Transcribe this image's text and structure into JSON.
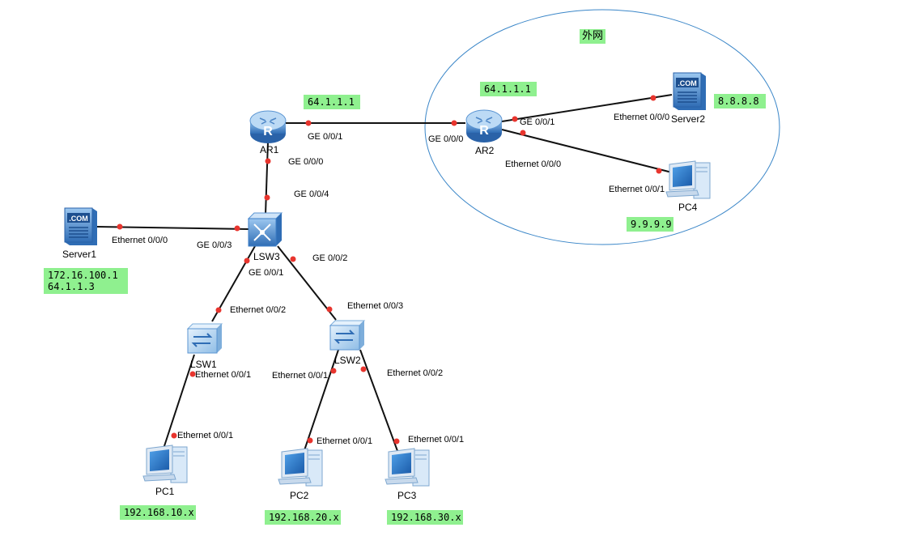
{
  "region": {
    "label": "外网"
  },
  "devices": {
    "ar1": "AR1",
    "ar2": "AR2",
    "lsw3": "LSW3",
    "lsw1": "LSW1",
    "lsw2": "LSW2",
    "server1": "Server1",
    "server2": "Server2",
    "pc1": "PC1",
    "pc2": "PC2",
    "pc3": "PC3",
    "pc4": "PC4"
  },
  "ports": {
    "ar1_ge001": "GE 0/0/1",
    "ar1_ge000": "GE 0/0/0",
    "lsw3_ge004": "GE 0/0/4",
    "lsw3_ge003": "GE 0/0/3",
    "lsw3_ge001": "GE 0/0/1",
    "lsw3_ge002": "GE 0/0/2",
    "server1_eth000": "Ethernet 0/0/0",
    "ar2_ge000": "GE 0/0/0",
    "ar2_ge001": "GE 0/0/1",
    "ar2_eth000": "Ethernet 0/0/0",
    "server2_eth000": "Ethernet 0/0/0",
    "pc4_eth001": "Ethernet 0/0/1",
    "lsw1_eth002": "Ethernet 0/0/2",
    "lsw1_eth001": "Ethernet 0/0/1",
    "pc1_eth001": "Ethernet 0/0/1",
    "lsw2_eth003": "Ethernet 0/0/3",
    "lsw2_eth001": "Ethernet 0/0/1",
    "lsw2_eth002": "Ethernet 0/0/2",
    "pc2_eth001": "Ethernet 0/0/1",
    "pc3_eth001": "Ethernet 0/0/1"
  },
  "addresses": {
    "ar1": "64.1.1.1",
    "ar2": "64.1.1.1",
    "server2": "8.8.8.8",
    "pc4": "9.9.9.9",
    "server1": "172.16.100.1\n64.1.1.3",
    "pc1": "192.168.10.x",
    "pc2": "192.168.20.x",
    "pc3": "192.168.30.x"
  },
  "colors": {
    "link": "#111111",
    "port_dot": "#e8352e",
    "address_bg": "#8ff08f",
    "region_outline": "#3a86c8",
    "device_blue": "#3d7fc8"
  },
  "icons": {
    "ar1": "router-icon",
    "ar2": "router-icon",
    "lsw3": "core-switch-icon",
    "lsw1": "switch-icon",
    "lsw2": "switch-icon",
    "server1": "server-icon",
    "server2": "server-icon",
    "pc1": "pc-icon",
    "pc2": "pc-icon",
    "pc3": "pc-icon",
    "pc4": "pc-icon"
  }
}
